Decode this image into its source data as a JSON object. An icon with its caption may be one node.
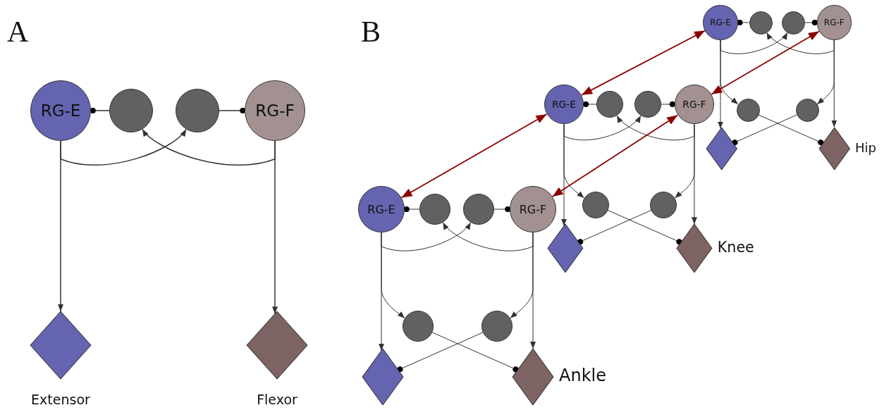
{
  "diagram": {
    "nodes": [
      {
        "text": [
          "RG-E"
        ]
      },
      {
        "text": [],
        "shape": "circle"
      },
      {
        "text": [],
        "shape": "circle"
      },
      {
        "text": [
          "RG-F"
        ]
      },
      {
        "text": [],
        "shape": "diamond",
        "beside": [
          "Extensor"
        ]
      },
      {
        "text": [],
        "shape": "diamond",
        "beside": [
          "Flexor"
        ]
      },
      {
        "text": [
          "RG-E"
        ]
      },
      {
        "text": [],
        "shape": "circle"
      },
      {
        "text": [],
        "shape": "circle"
      },
      {
        "text": [
          "RG-F"
        ]
      },
      {
        "text": [],
        "shape": "circle"
      },
      {
        "text": [],
        "shape": "circle"
      },
      {
        "text": [],
        "shape": "diamond"
      },
      {
        "text": [],
        "shape": "diamond",
        "beside": [
          "Hip"
        ]
      },
      {
        "text": [
          "RG-E"
        ]
      },
      {
        "text": [],
        "shape": "circle"
      },
      {
        "text": [],
        "shape": "circle"
      },
      {
        "text": [
          "RG-F"
        ]
      },
      {
        "text": [],
        "shape": "circle"
      },
      {
        "text": [],
        "shape": "circle"
      },
      {
        "text": [],
        "shape": "diamond"
      },
      {
        "text": [],
        "shape": "diamond",
        "beside": [
          "Knee"
        ]
      },
      {
        "text": [
          "RG-E"
        ]
      },
      {
        "text": [],
        "shape": "circle"
      },
      {
        "text": [],
        "shape": "circle"
      },
      {
        "text": [
          "RG-F"
        ]
      },
      {
        "text": [],
        "shape": "circle"
      },
      {
        "text": [],
        "shape": "circle"
      },
      {
        "text": [],
        "shape": "diamond"
      },
      {
        "text": [],
        "shape": "diamond",
        "beside": [
          "Ankle"
        ]
      }
    ],
    "edges": [
      {
        "from": 1,
        "to": 0,
        "arrow": "other"
      },
      {
        "from": 2,
        "to": 3,
        "arrow": "other"
      },
      {
        "from": 0,
        "to": 2,
        "arrow": "to"
      },
      {
        "from": 3,
        "to": 1,
        "arrow": "to"
      },
      {
        "from": 0,
        "to": 4,
        "arrow": "to"
      },
      {
        "from": 3,
        "to": 5,
        "arrow": "to"
      },
      {
        "from": 7,
        "to": 6,
        "arrow": "other"
      },
      {
        "from": 8,
        "to": 9,
        "arrow": "other"
      },
      {
        "from": 6,
        "to": 8,
        "arrow": "to"
      },
      {
        "from": 9,
        "to": 7,
        "arrow": "to"
      },
      {
        "from": 6,
        "to": 10,
        "arrow": "to"
      },
      {
        "from": 6,
        "to": 12,
        "arrow": "to"
      },
      {
        "from": 9,
        "to": 11,
        "arrow": "to"
      },
      {
        "from": 9,
        "to": 13,
        "arrow": "to"
      },
      {
        "from": 10,
        "to": 13,
        "arrow": "other"
      },
      {
        "from": 11,
        "to": 12,
        "arrow": "other"
      },
      {
        "from": 15,
        "to": 14,
        "arrow": "other"
      },
      {
        "from": 16,
        "to": 17,
        "arrow": "other"
      },
      {
        "from": 14,
        "to": 16,
        "arrow": "to"
      },
      {
        "from": 17,
        "to": 15,
        "arrow": "to"
      },
      {
        "from": 14,
        "to": 18,
        "arrow": "to"
      },
      {
        "from": 14,
        "to": 20,
        "arrow": "to"
      },
      {
        "from": 17,
        "to": 19,
        "arrow": "to"
      },
      {
        "from": 17,
        "to": 21,
        "arrow": "to"
      },
      {
        "from": 18,
        "to": 21,
        "arrow": "other"
      },
      {
        "from": 19,
        "to": 20,
        "arrow": "other"
      },
      {
        "from": 23,
        "to": 22,
        "arrow": "other"
      },
      {
        "from": 24,
        "to": 25,
        "arrow": "other"
      },
      {
        "from": 22,
        "to": 24,
        "arrow": "to"
      },
      {
        "from": 25,
        "to": 23,
        "arrow": "to"
      },
      {
        "from": 22,
        "to": 26,
        "arrow": "to"
      },
      {
        "from": 22,
        "to": 28,
        "arrow": "to"
      },
      {
        "from": 25,
        "to": 27,
        "arrow": "to"
      },
      {
        "from": 25,
        "to": 29,
        "arrow": "to"
      },
      {
        "from": 26,
        "to": 29,
        "arrow": "other"
      },
      {
        "from": 27,
        "to": 28,
        "arrow": "other"
      },
      {
        "from": 22,
        "to": 14,
        "arrow": "both",
        "color": "#8b0000"
      },
      {
        "from": 25,
        "to": 17,
        "arrow": "both",
        "color": "#8b0000"
      },
      {
        "from": 14,
        "to": 6,
        "arrow": "both",
        "color": "#8b0000"
      },
      {
        "from": 17,
        "to": 9,
        "arrow": "both",
        "color": "#8b0000"
      }
    ],
    "labels": [
      "A",
      "B"
    ]
  }
}
